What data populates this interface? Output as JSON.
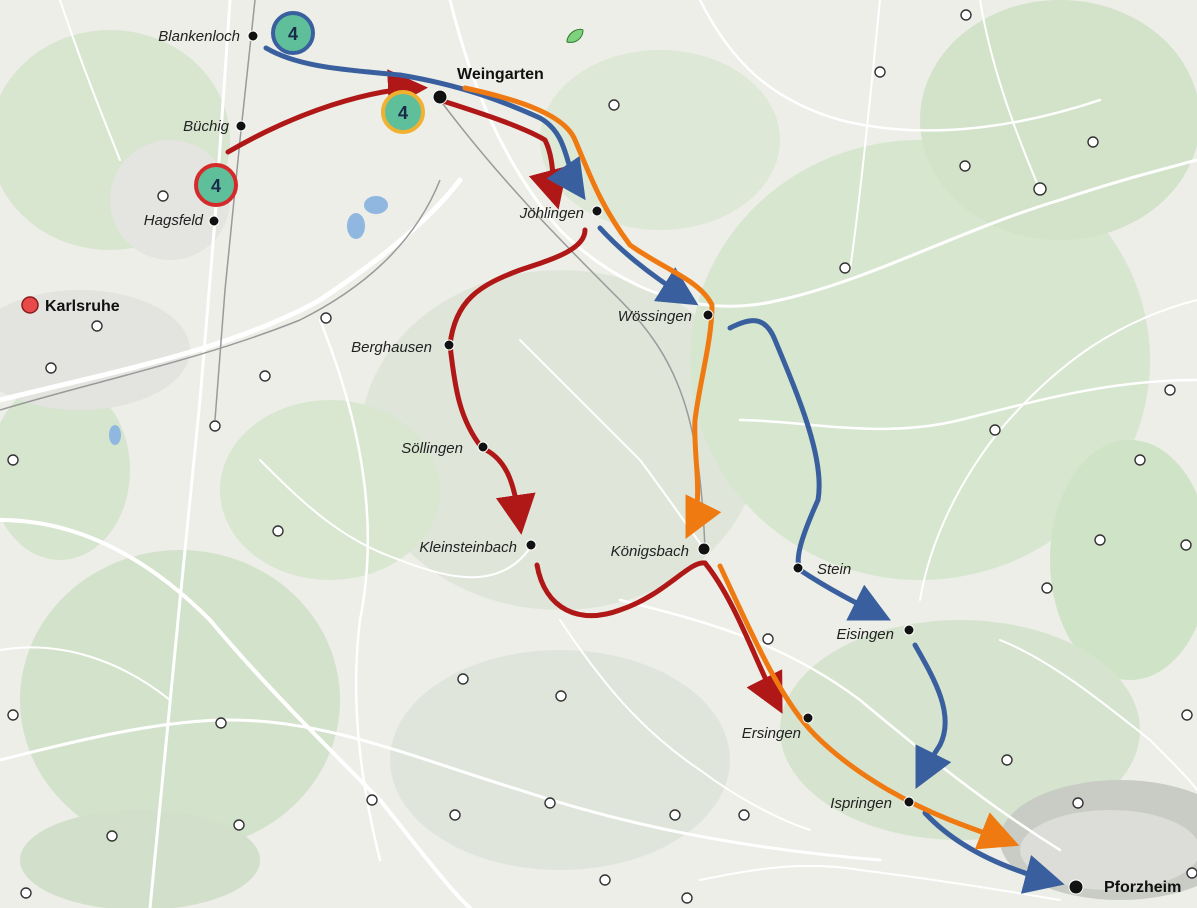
{
  "map": {
    "colors": {
      "red_route": "#b01818",
      "blue_route": "#3a5f9e",
      "orange_route": "#f07a12",
      "badge_fill": "#5fbf9a",
      "badge_ring_blue": "#3a5f9e",
      "badge_ring_orange": "#f0b030",
      "badge_ring_red": "#d62a2a",
      "karlsruhe_marker": "#e84a4a"
    },
    "badges": [
      {
        "id": "blue",
        "label": "4"
      },
      {
        "id": "orange",
        "label": "4"
      },
      {
        "id": "red",
        "label": "4"
      }
    ],
    "stations": {
      "blankenloch": "Blankenloch",
      "weingarten": "Weingarten",
      "buechig": "Büchig",
      "hagsfeld": "Hagsfeld",
      "karlsruhe": "Karlsruhe",
      "joehlingen": "Jöhlingen",
      "woessingen": "Wössingen",
      "berghausen": "Berghausen",
      "soellingen": "Söllingen",
      "kleinsteinbach": "Kleinsteinbach",
      "koenigsbach": "Königsbach",
      "stein": "Stein",
      "eisingen": "Eisingen",
      "ersingen": "Ersingen",
      "ispringen": "Ispringen",
      "pforzheim": "Pforzheim"
    }
  }
}
